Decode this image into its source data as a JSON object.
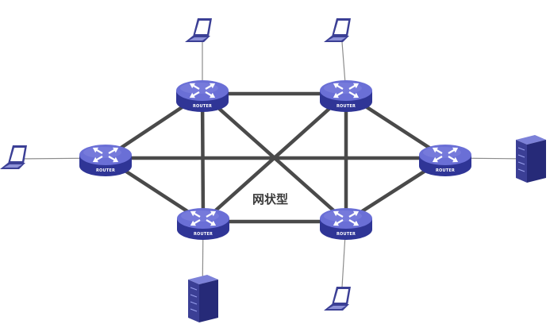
{
  "diagram": {
    "caption": "网状型",
    "router_text": "ROUTER",
    "colors": {
      "background": "#ffffff",
      "trunk_link": "#4a4a4a",
      "access_link": "#8c8c8c",
      "router_top": "#6a6fd6",
      "router_side": "#2f3596",
      "router_arrows": "#ffffff",
      "device_body": "#3b3f95",
      "laptop_screen": "#ffffff"
    },
    "routers": [
      {
        "id": "router-top-left",
        "name": "router-top-left"
      },
      {
        "id": "router-top-right",
        "name": "router-top-right"
      },
      {
        "id": "router-left",
        "name": "router-left"
      },
      {
        "id": "router-right",
        "name": "router-right"
      },
      {
        "id": "router-bottom-left",
        "name": "router-bottom-left"
      },
      {
        "id": "router-bottom-right",
        "name": "router-bottom-right"
      }
    ],
    "endpoints": [
      {
        "id": "laptop-top-left",
        "kind": "laptop-icon",
        "router": "router-top-left"
      },
      {
        "id": "laptop-top-right",
        "kind": "laptop-icon",
        "router": "router-top-right"
      },
      {
        "id": "laptop-left",
        "kind": "laptop-icon",
        "router": "router-left"
      },
      {
        "id": "server-right",
        "kind": "server-icon",
        "router": "router-right"
      },
      {
        "id": "server-bottom-left",
        "kind": "server-icon",
        "router": "router-bottom-left"
      },
      {
        "id": "laptop-bottom-right",
        "kind": "laptop-icon",
        "router": "router-bottom-right"
      }
    ],
    "links": [
      [
        "router-top-left",
        "router-top-right"
      ],
      [
        "router-top-left",
        "router-left"
      ],
      [
        "router-top-left",
        "router-bottom-left"
      ],
      [
        "router-top-left",
        "router-bottom-right"
      ],
      [
        "router-top-right",
        "router-right"
      ],
      [
        "router-top-right",
        "router-bottom-left"
      ],
      [
        "router-top-right",
        "router-bottom-right"
      ],
      [
        "router-left",
        "router-right"
      ],
      [
        "router-left",
        "router-bottom-left"
      ],
      [
        "router-bottom-left",
        "router-bottom-right"
      ],
      [
        "router-bottom-right",
        "router-right"
      ]
    ]
  }
}
